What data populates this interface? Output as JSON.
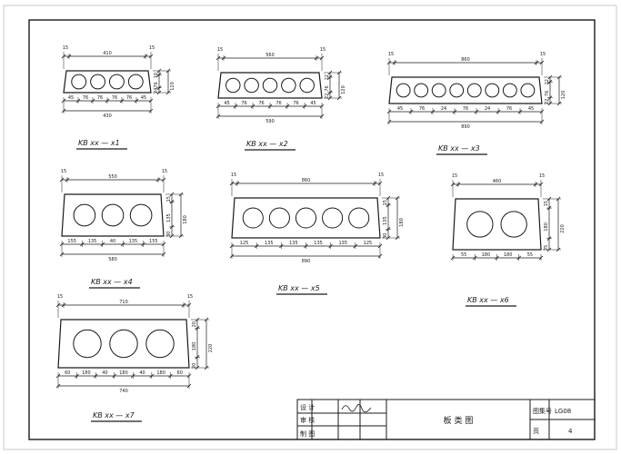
{
  "sheet": {
    "ink": "#1a1a1a",
    "paper": "#ffffff"
  },
  "slabs": [
    {
      "caption": "KB xx — x1",
      "top_dims": [
        "15",
        "410",
        "15"
      ],
      "bottom_dims": [
        "45",
        "76",
        "76",
        "76",
        "76",
        "45"
      ],
      "overall": "430",
      "side_dims": [
        "10",
        "76",
        "24",
        "120"
      ],
      "holes": 4
    },
    {
      "caption": "KB xx — x2",
      "top_dims": [
        "15",
        "560",
        "15"
      ],
      "bottom_dims": [
        "45",
        "76",
        "76",
        "76",
        "76",
        "45"
      ],
      "overall": "590",
      "side_dims": [
        "22",
        "76",
        "22",
        "120"
      ],
      "holes": 5
    },
    {
      "caption": "KB xx — x3",
      "top_dims": [
        "15",
        "860",
        "15"
      ],
      "bottom_dims": [
        "45",
        "76",
        "24",
        "76",
        "24",
        "76",
        "45"
      ],
      "overall": "890",
      "side_dims": [
        "22",
        "76",
        "22",
        "120"
      ],
      "holes": 8
    },
    {
      "caption": "KB xx — x4",
      "top_dims": [
        "15",
        "550",
        "15"
      ],
      "bottom_dims": [
        "155",
        "135",
        "40",
        "135",
        "155"
      ],
      "overall": "580",
      "side_dims": [
        "15",
        "135",
        "30",
        "180"
      ],
      "holes": 3
    },
    {
      "caption": "KB xx — x5",
      "top_dims": [
        "15",
        "860",
        "15"
      ],
      "bottom_dims": [
        "125",
        "135",
        "135",
        "135",
        "135",
        "125"
      ],
      "overall": "890",
      "side_dims": [
        "15",
        "135",
        "30",
        "180"
      ],
      "holes": 5
    },
    {
      "caption": "KB xx — x6",
      "top_dims": [
        "15",
        "460",
        "15"
      ],
      "bottom_dims": [
        "55",
        "180",
        "180",
        "55"
      ],
      "overall": "",
      "side_dims": [
        "15",
        "180",
        "25",
        "220"
      ],
      "holes": 2
    },
    {
      "caption": "KB xx — x7",
      "top_dims": [
        "15",
        "710",
        "15"
      ],
      "bottom_dims": [
        "60",
        "180",
        "40",
        "180",
        "40",
        "180",
        "60"
      ],
      "overall": "740",
      "side_dims": [
        "20",
        "180",
        "20",
        "220"
      ],
      "holes": 3
    }
  ],
  "title_block": {
    "labels": [
      "设 计",
      "审 核",
      "制 图"
    ],
    "title": "板 类 图",
    "sheet_label": "图集号",
    "sheet_no": "LG08",
    "page_label": "页",
    "page_no": "4"
  }
}
